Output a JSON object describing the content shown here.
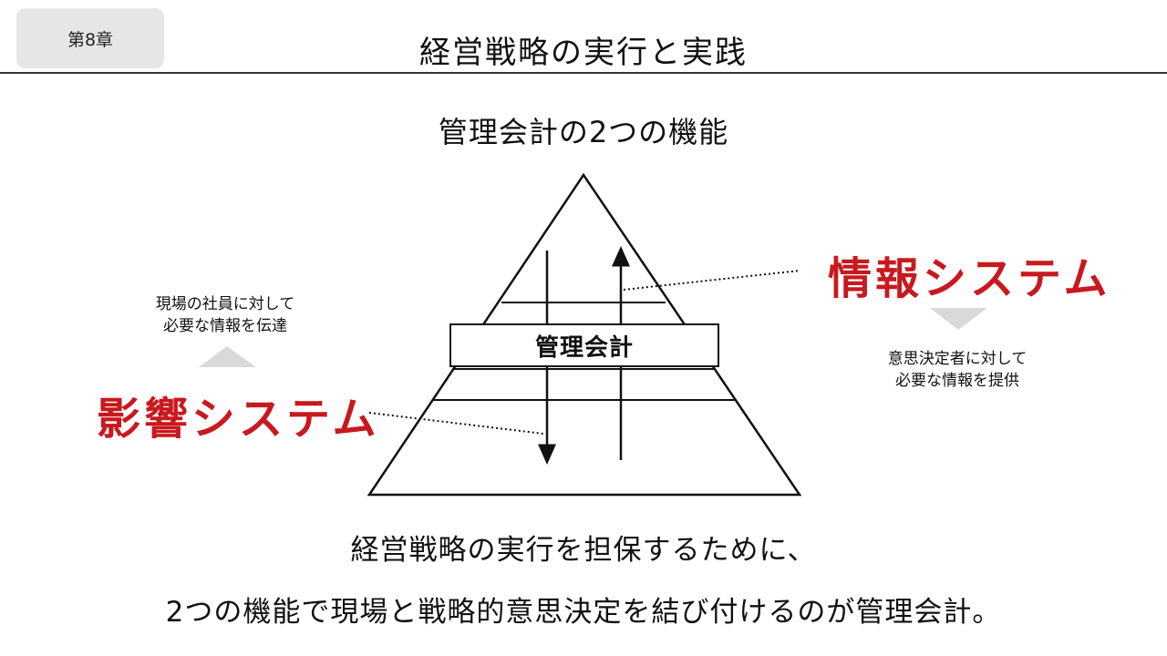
{
  "header": {
    "chapter": "第8章",
    "title": "経営戦略の実行と実践"
  },
  "diagram": {
    "title": "管理会計の2つの機能",
    "center_box": "管理会計",
    "information_system": {
      "label": "情報システム",
      "note_lines": [
        "意思決定者に対して",
        "必要な情報を提供"
      ]
    },
    "influence_system": {
      "label": "影響システム",
      "note_lines": [
        "現場の社員に対して",
        "必要な情報を伝達"
      ]
    },
    "accent_color": "#c8191e",
    "indicator_color": "#d9d9d9"
  },
  "conclusion": {
    "line1": "経営戦略の実行を担保するために、",
    "line2": "2つの機能で現場と戦略的意思決定を結び付けるのが管理会計。"
  }
}
